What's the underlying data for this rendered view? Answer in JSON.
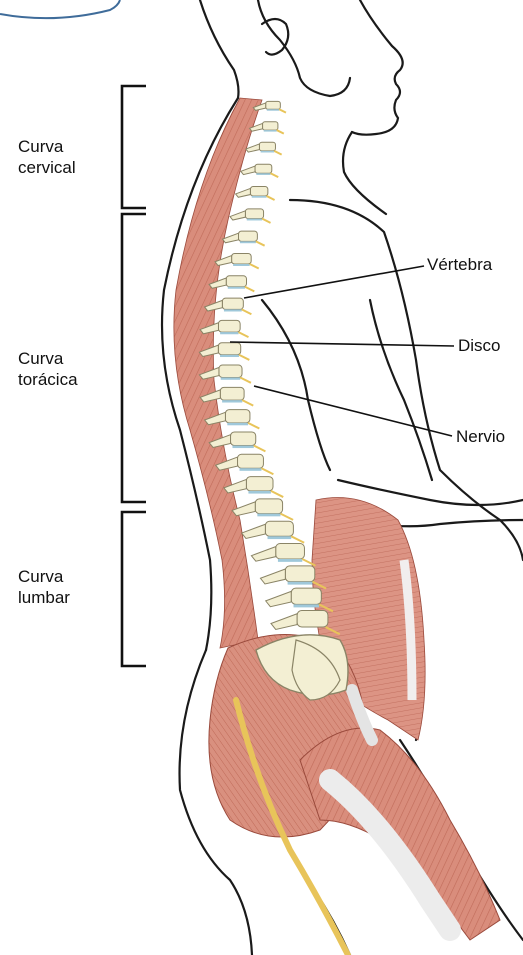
{
  "regions": [
    {
      "line1": "Curva",
      "line2": "cervical"
    },
    {
      "line1": "Curva",
      "line2": "torácica"
    },
    {
      "line1": "Curva",
      "line2": "lumbar"
    }
  ],
  "callouts": [
    {
      "text": "Vértebra"
    },
    {
      "text": "Disco"
    },
    {
      "text": "Nervio"
    }
  ],
  "colors": {
    "muscle": "#d88f80",
    "muscle_dark": "#b8604f",
    "bone": "#f3efd3",
    "bone_outline": "#8a8466",
    "disc": "#9fc8da",
    "nerve": "#e8c45a",
    "outline": "#1a1a1a",
    "tendon": "#e6e6e6"
  }
}
